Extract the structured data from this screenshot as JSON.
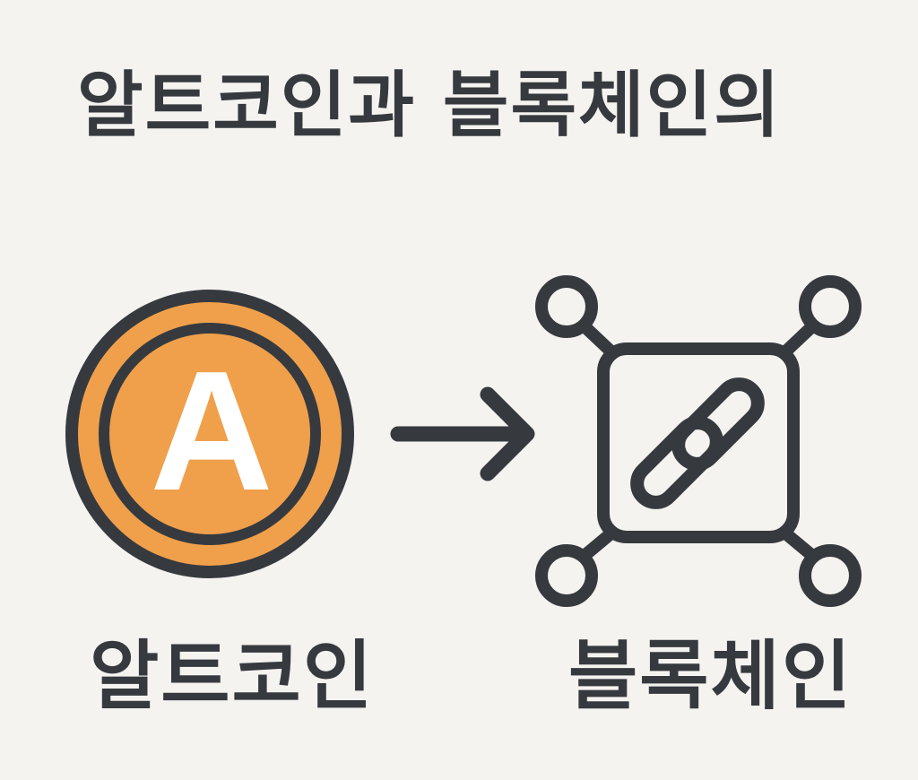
{
  "title": "알트코인과 블록체인의",
  "coin": {
    "letter": "A",
    "label": "알트코인"
  },
  "blockchain": {
    "label": "블록체인"
  },
  "icons": {
    "coin": "altcoin-icon",
    "arrow": "arrow-right-icon",
    "network": "blockchain-network-icon",
    "chain": "chain-link-icon"
  },
  "colors": {
    "background": "#f5f3f0",
    "ink": "#363a3f",
    "coin_fill": "#f0a04b",
    "coin_letter": "#ffffff"
  }
}
